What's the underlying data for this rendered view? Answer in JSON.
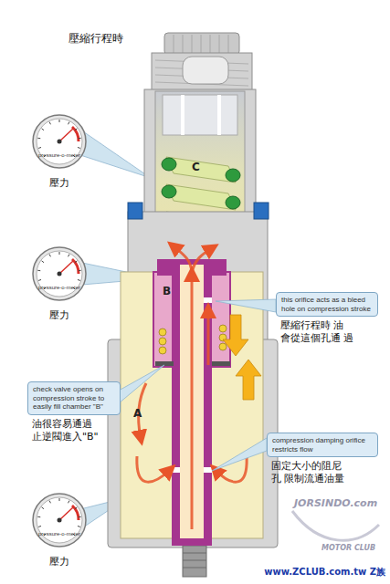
{
  "diagram": {
    "title": "壓縮行程時",
    "nodes": [
      {
        "text": [
          "pressure-o-meter",
          "壓力"
        ]
      },
      {
        "text": [
          "pressure-o-meter",
          "壓力"
        ]
      },
      {
        "text": [
          "this orifice acts as a bleed hole on compression stroke",
          "壓縮行程時 油 會從這個孔通 過"
        ]
      },
      {
        "text": [
          "check valve opens on compression stroke to easily fill chamber \"B\"",
          "油很容易通過 止逆閥進入\"B\""
        ]
      },
      {
        "text": [
          "compression damping orifice restricts flow",
          "固定大小的阻尼 孔 限制流通油量"
        ]
      },
      {
        "text": [
          "pressure-o-meter",
          "壓力"
        ]
      }
    ],
    "labels": [
      "C",
      "B",
      "A",
      "JORSINDO.com",
      "MOTOR CLUB",
      "www.ZCLUB.com.tw Z族"
    ]
  }
}
